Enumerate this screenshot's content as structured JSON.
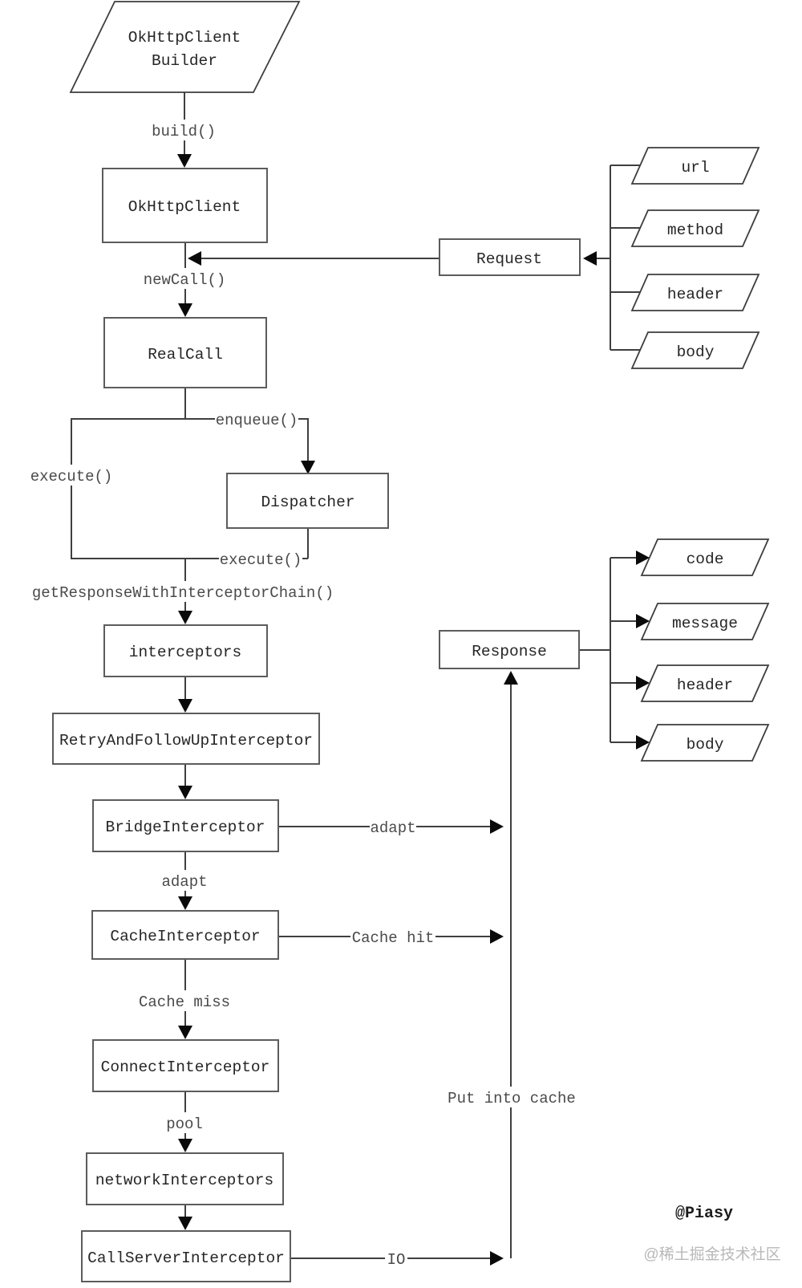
{
  "diagram": {
    "title_hint": "OkHttp request flow diagram",
    "nodes": {
      "builder": {
        "line1": "OkHttpClient",
        "line2": "Builder"
      },
      "okhttpclient": {
        "label": "OkHttpClient"
      },
      "realcall": {
        "label": "RealCall"
      },
      "dispatcher": {
        "label": "Dispatcher"
      },
      "request": {
        "label": "Request"
      },
      "interceptors": {
        "label": "interceptors"
      },
      "retry": {
        "label": "RetryAndFollowUpInterceptor"
      },
      "bridge": {
        "label": "BridgeInterceptor"
      },
      "cache": {
        "label": "CacheInterceptor"
      },
      "connect": {
        "label": "ConnectInterceptor"
      },
      "network": {
        "label": "networkInterceptors"
      },
      "callserver": {
        "label": "CallServerInterceptor"
      },
      "response": {
        "label": "Response"
      }
    },
    "request_fields": [
      "url",
      "method",
      "header",
      "body"
    ],
    "response_fields": [
      "code",
      "message",
      "header",
      "body"
    ],
    "edges": {
      "build": "build()",
      "new_call": "newCall()",
      "enqueue": "enqueue()",
      "execute_left": "execute()",
      "execute_right": "execute()",
      "chain": "getResponseWithInterceptorChain()",
      "adapt_h": "adapt",
      "adapt_v": "adapt",
      "cache_hit": "Cache hit",
      "cache_miss": "Cache miss",
      "pool": "pool",
      "io": "IO",
      "put_into_cache": "Put into cache"
    },
    "credits": {
      "author": "@Piasy",
      "watermark": "@稀土掘金技术社区"
    },
    "colors": {
      "background": "#ffffff",
      "box_border": "#5c5c5c",
      "line": "#3f3f3f",
      "arrow": "#0a0a0a",
      "node_text": "#262626",
      "edge_text": "#4a4a4a",
      "watermark": "#b8b8b8"
    }
  }
}
